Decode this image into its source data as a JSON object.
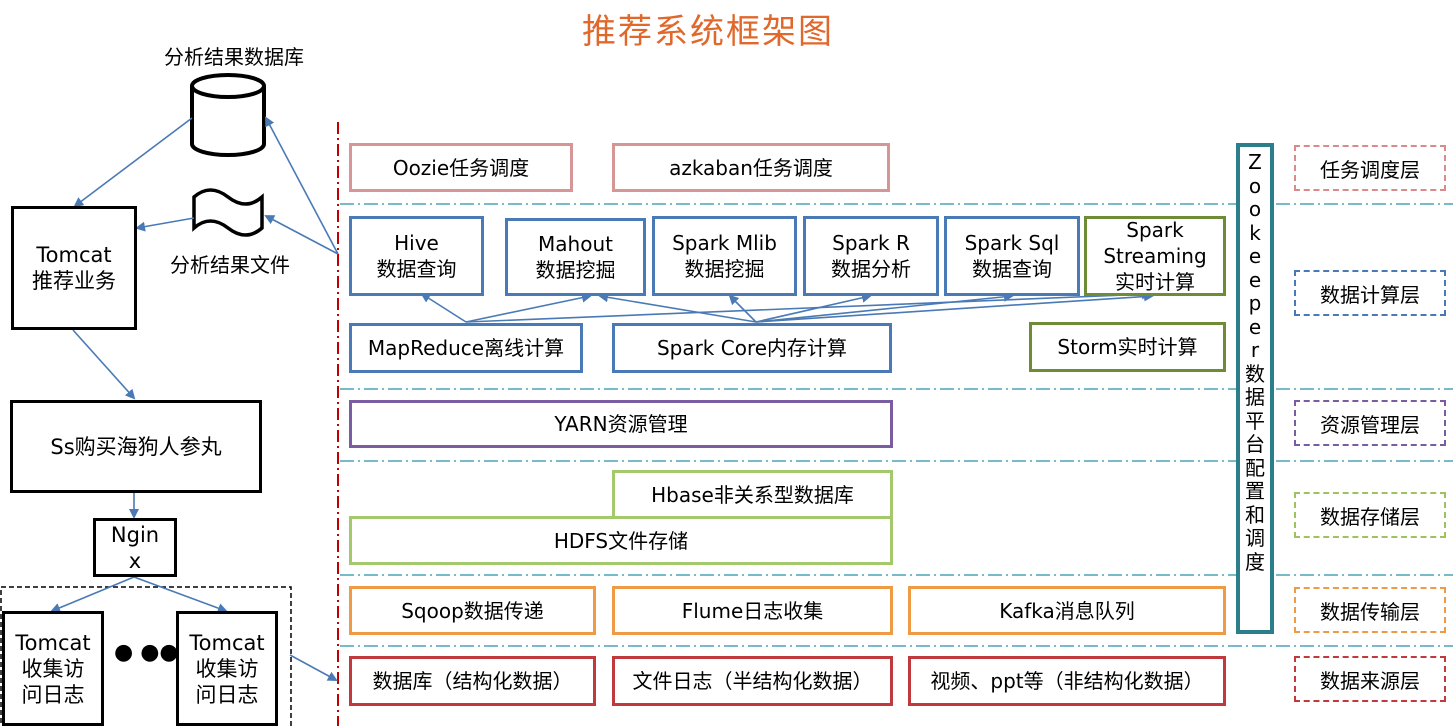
{
  "title": "推荐系统框架图",
  "left": {
    "db_label": "分析结果数据库",
    "file_label": "分析结果文件",
    "tomcat_rec": "Tomcat\n推荐业务",
    "ss": "Ss购买海狗人参丸",
    "nginx": "Ngin\nx",
    "tomcat_log_1": "Tomcat\n收集访\n问日志",
    "tomcat_log_2": "Tomcat\n收集访\n问日志",
    "ellipsis": "● ●●"
  },
  "boxes": {
    "oozie": "Oozie任务调度",
    "azkaban": "azkaban任务调度",
    "hive": "Hive\n数据查询",
    "mahout": "Mahout\n数据挖掘",
    "spark_mlib": "Spark Mlib\n数据挖掘",
    "spark_r": "Spark R\n数据分析",
    "spark_sql": "Spark Sql\n数据查询",
    "spark_streaming": "Spark\nStreaming\n实时计算",
    "mapreduce": "MapReduce离线计算",
    "spark_core": "Spark Core内存计算",
    "storm": "Storm实时计算",
    "yarn": "YARN资源管理",
    "hbase": "Hbase非关系型数据库",
    "hdfs": "HDFS文件存储",
    "sqoop": "Sqoop数据传递",
    "flume": "Flume日志收集",
    "kafka": "Kafka消息队列",
    "src_db": "数据库（结构化数据）",
    "src_log": "文件日志（半结构化数据）",
    "src_video": "视频、ppt等（非结构化数据）"
  },
  "zookeeper": [
    "Z",
    "o",
    "o",
    "k",
    "e",
    "e",
    "p",
    "e",
    "r",
    "数",
    "据",
    "平",
    "台",
    "配",
    "置",
    "和",
    "调",
    "度"
  ],
  "layers": {
    "task": "任务调度层",
    "compute": "数据计算层",
    "resource": "资源管理层",
    "storage": "数据存储层",
    "transfer": "数据传输层",
    "source": "数据来源层"
  },
  "colors": {
    "arrow": "#4a7ab6",
    "divider": "#4aa3b8",
    "red_line": "#c00000",
    "title": "#e0682b"
  }
}
